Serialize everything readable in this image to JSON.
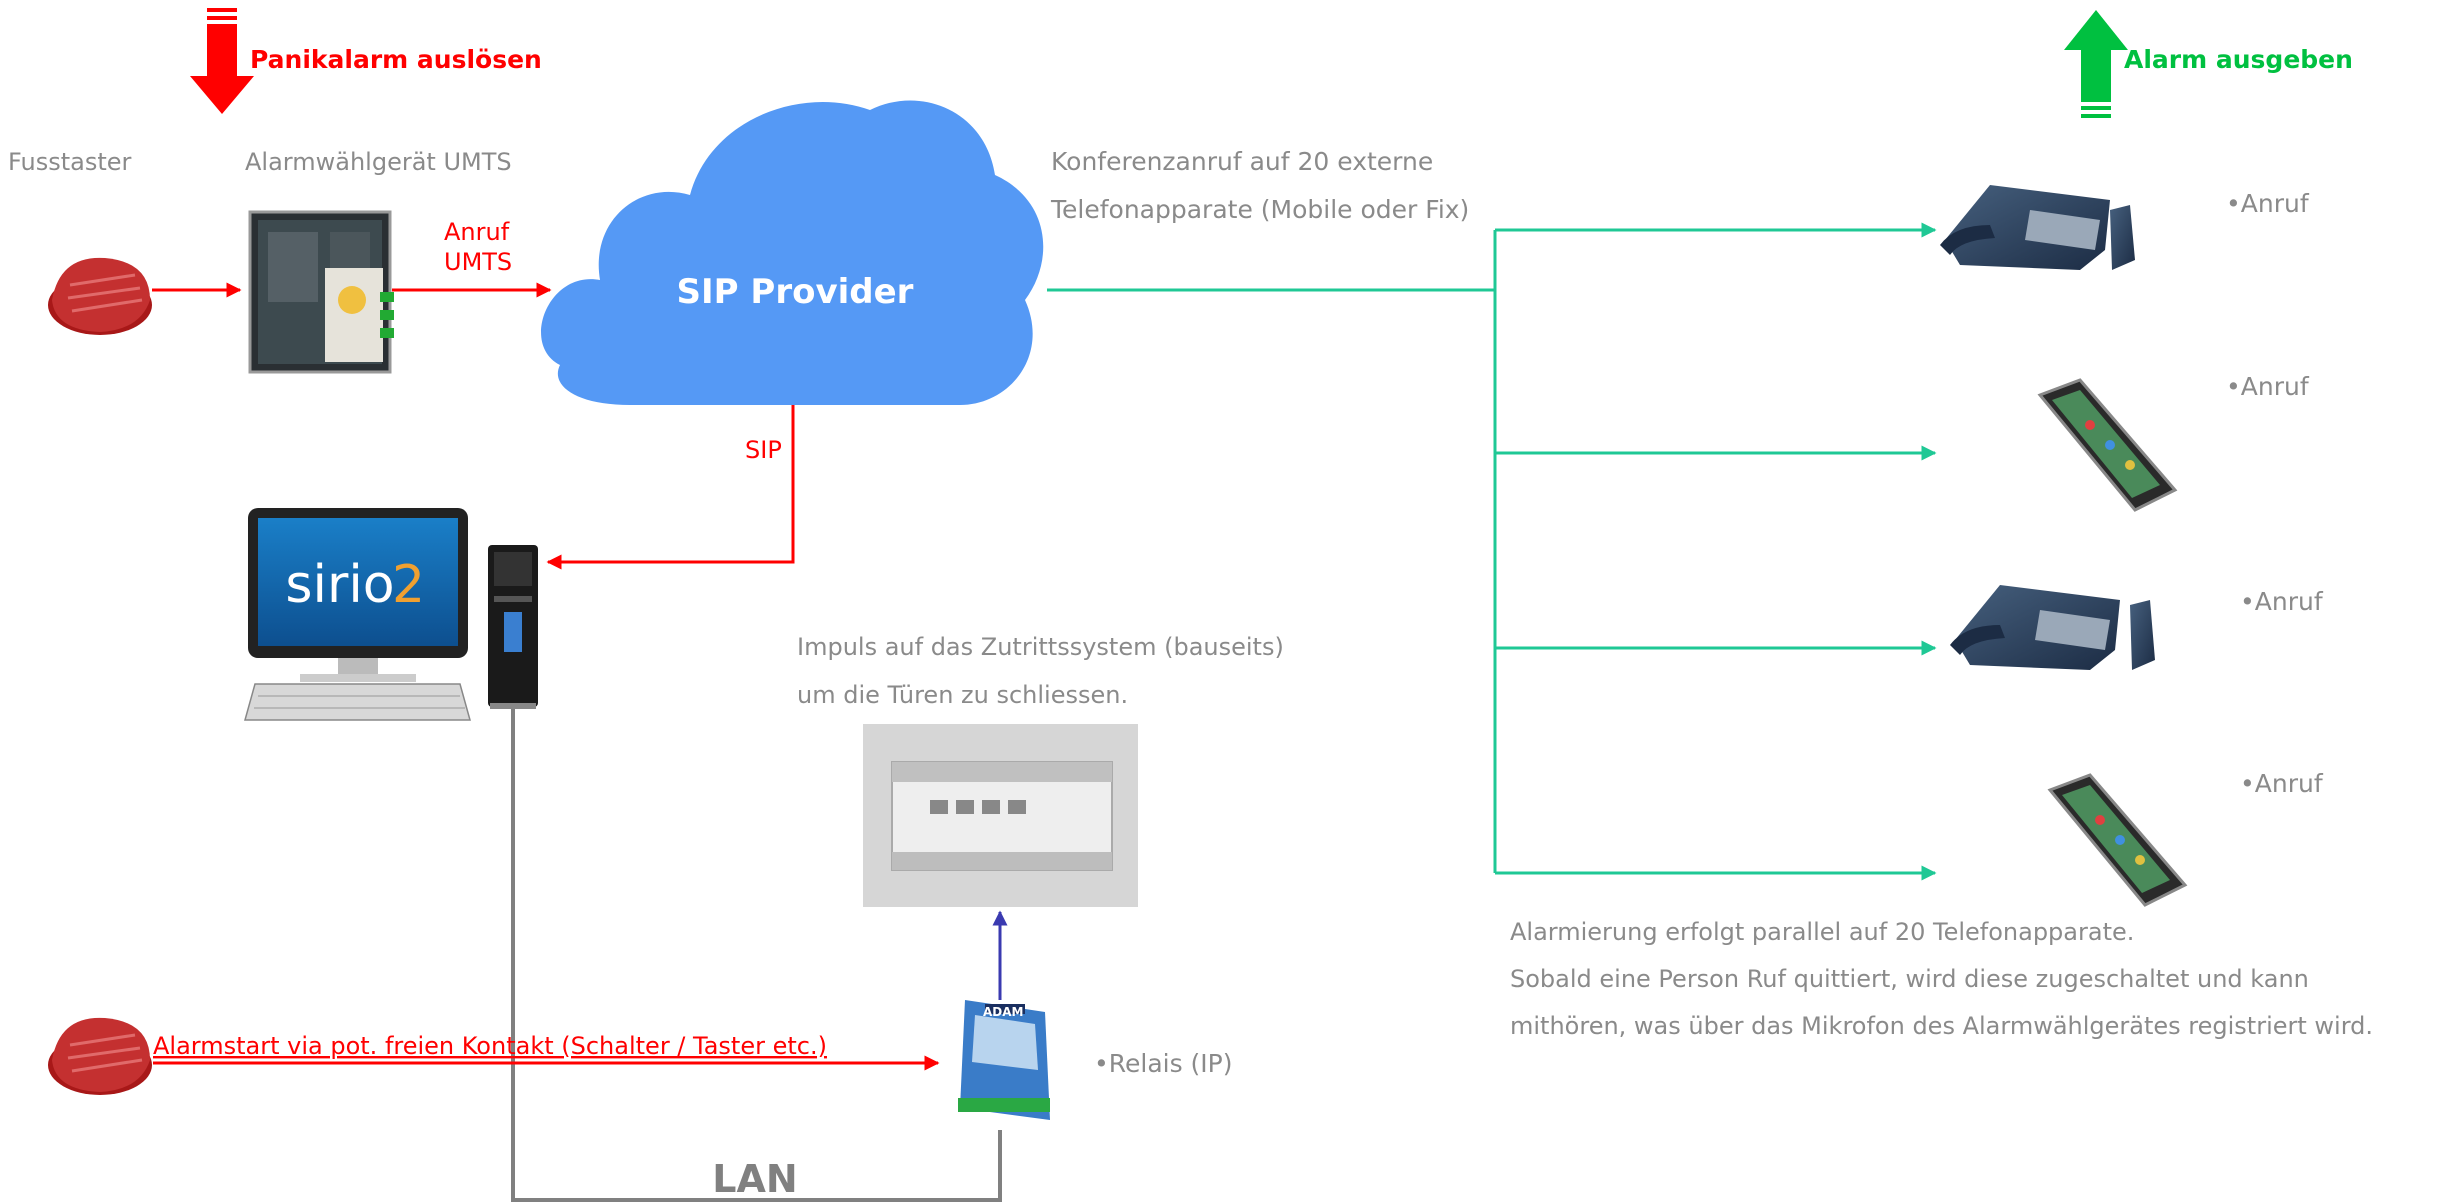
{
  "top": {
    "panic_label": "Panikalarm auslösen",
    "alarm_label": "Alarm ausgeben",
    "panic_color": "#ff0000",
    "alarm_color": "#00c040"
  },
  "left": {
    "foot_switch_label": "Fusstaster",
    "dialer_label": "Alarmwählgerät UMTS",
    "call_umts_line1": "Anruf",
    "call_umts_line2": "UMTS",
    "sip_label": "SIP",
    "pc_logo_text": "sirio",
    "pc_logo_sup": "2"
  },
  "cloud": {
    "label": "SIP Provider",
    "color": "#5599f5"
  },
  "conference": {
    "line1": "Konferenzanruf auf 20 externe",
    "line2": "Telefonapparate (Mobile oder Fix)",
    "line_color": "#1fc895"
  },
  "phones": [
    {
      "icon": "desk-phone-icon",
      "label": "•Anruf"
    },
    {
      "icon": "mobile-phone-icon",
      "label": "•Anruf"
    },
    {
      "icon": "desk-phone-icon",
      "label": "•Anruf"
    },
    {
      "icon": "mobile-phone-icon",
      "label": "•Anruf"
    }
  ],
  "note": {
    "line1": "Alarmierung erfolgt parallel auf 20 Telefonapparate.",
    "line2": "Sobald eine Person Ruf quittiert, wird diese zugeschaltet und kann",
    "line3": "mithören, was über das Mikrofon des Alarmwählgerätes registriert wird."
  },
  "access": {
    "line1": "Impuls auf das Zutrittssystem (bauseits)",
    "line2": "um die Türen zu schliessen."
  },
  "contact": {
    "label": "Alarmstart via pot. freien Kontakt (Schalter / Taster etc.)"
  },
  "relay": {
    "label": "•Relais (IP)",
    "brand": "ADAM"
  },
  "lan": {
    "label": "LAN"
  }
}
